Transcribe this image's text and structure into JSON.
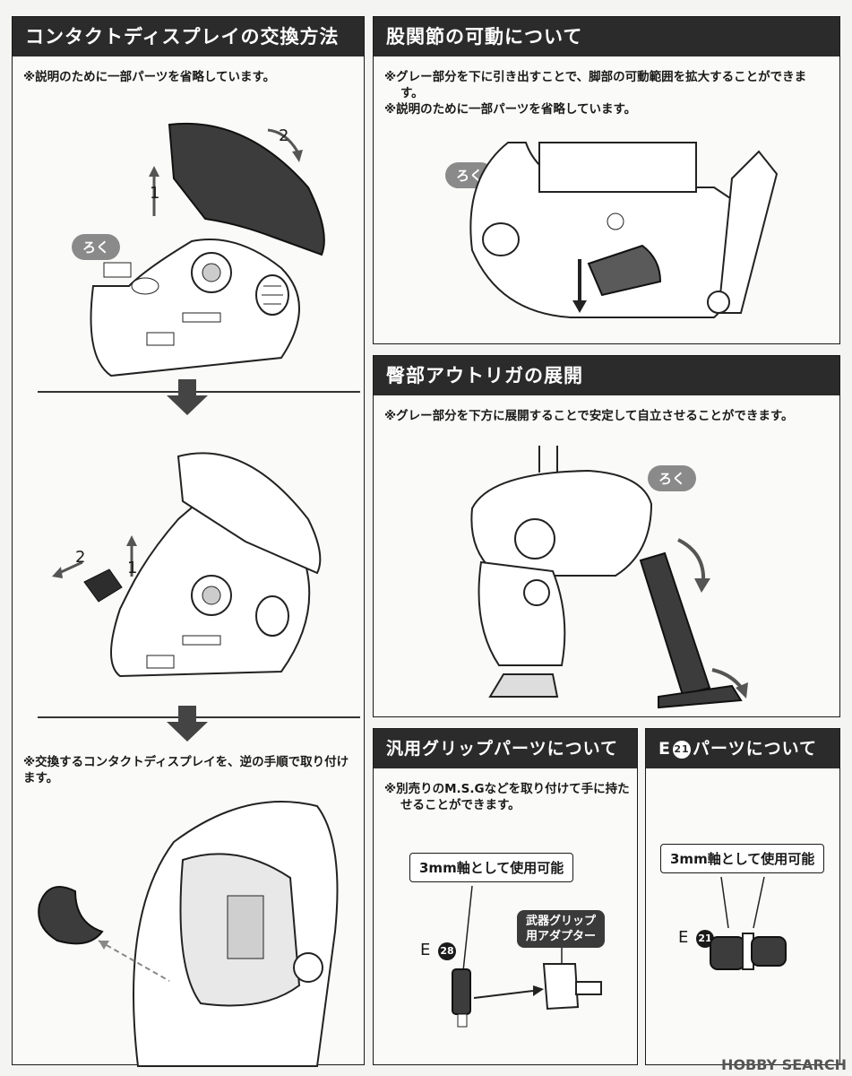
{
  "panel_display": {
    "title": "コンタクトディスプレイの交換方法",
    "note1": "※説明のために一部パーツを省略しています。",
    "tag": "ろく",
    "note2": "※交換するコンタクトディスプレイを、逆の手順で取り付けます。"
  },
  "panel_hip": {
    "title": "股関節の可動について",
    "notes": [
      "※グレー部分を下に引き出すことで、脚部の可動範囲を拡大することができます。",
      "※説明のために一部パーツを省略しています。"
    ],
    "tag": "ろく"
  },
  "panel_outrigger": {
    "title": "臀部アウトリガの展開",
    "note": "※グレー部分を下方に展開することで安定して自立させることができます。",
    "tag": "ろく"
  },
  "panel_grip": {
    "title": "汎用グリップパーツについて",
    "note": "※別売りのM.S.Gなどを取り付けて手に持たせることができます。",
    "box": "3mm軸として使用可能",
    "part_letter": "E",
    "part_num": "28",
    "adapter_line1": "武器グリップ",
    "adapter_line2": "用アダプター"
  },
  "panel_e21": {
    "title_letter": "E",
    "title_num": "21",
    "title_rest": "パーツについて",
    "box": "3mm軸として使用可能",
    "part_letter": "E",
    "part_num": "21"
  },
  "step_labels": [
    "1",
    "2"
  ],
  "watermark": "HOBBY SEARCH",
  "colors": {
    "header_bg": "#2b2b2b",
    "part_gray": "#5a5a5a",
    "tag_gray": "#8a8a8a"
  }
}
